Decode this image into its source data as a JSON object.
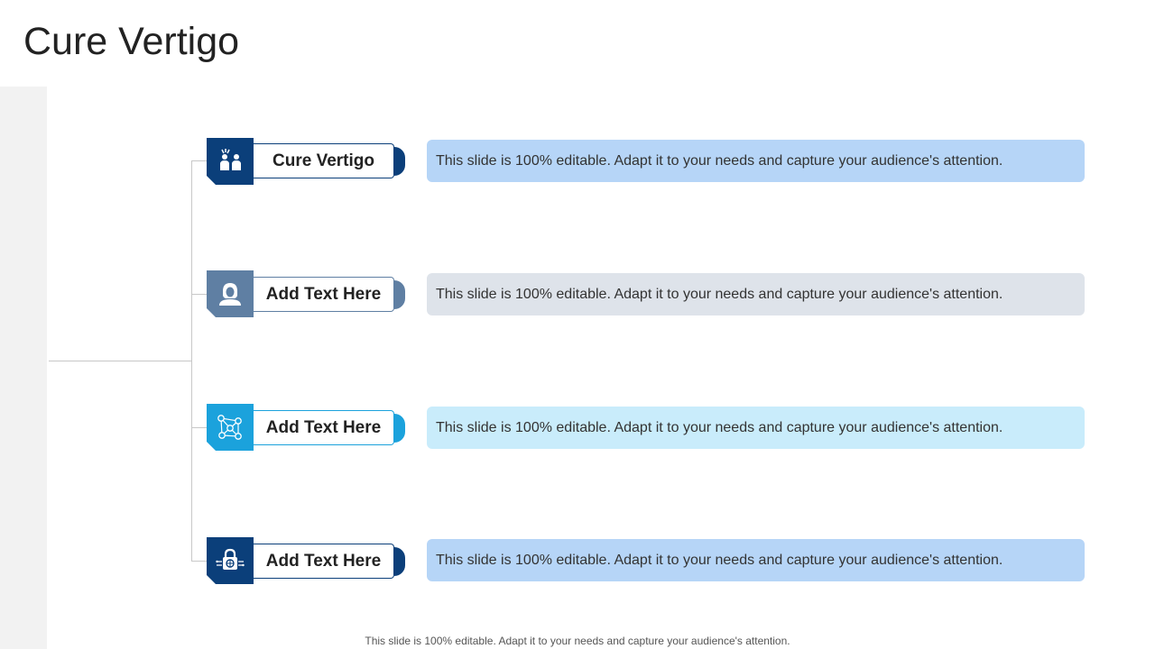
{
  "slide": {
    "title": "Cure Vertigo",
    "footer": "This slide is 100% editable. Adapt it to your needs and capture your audience's attention.",
    "items": [
      {
        "label": "Cure Vertigo",
        "icon": "people-presentation-icon",
        "color": "#0b3f7a",
        "desc_bg": "#b6d5f7",
        "description": "This slide is 100% editable. Adapt it to your needs and capture your audience's attention."
      },
      {
        "label": "Add Text Here",
        "icon": "hooded-user-icon",
        "color": "#5f7fa3",
        "desc_bg": "#dee3ea",
        "description": "This slide is 100% editable. Adapt it to your needs and capture your audience's attention."
      },
      {
        "label": "Add Text Here",
        "icon": "network-users-icon",
        "color": "#1ba2dc",
        "desc_bg": "#c9ecfb",
        "description": "This slide is 100% editable. Adapt it to your needs and capture your audience's attention."
      },
      {
        "label": "Add Text Here",
        "icon": "security-lock-icon",
        "color": "#0b3f7a",
        "desc_bg": "#b6d5f7",
        "description": "This slide is 100% editable. Adapt it to your needs and capture your audience's attention."
      }
    ]
  }
}
